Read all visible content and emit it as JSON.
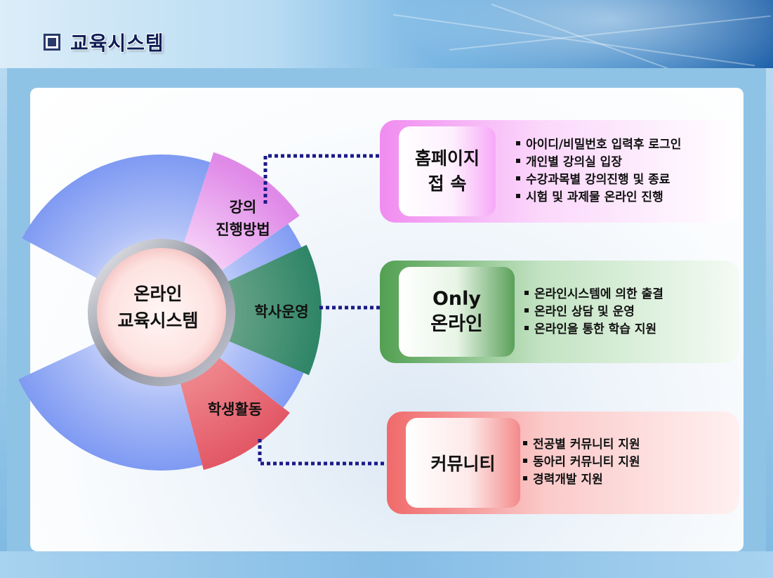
{
  "header": {
    "title": "교육시스템"
  },
  "hub": {
    "line1": "온라인",
    "line2": "교육시스템"
  },
  "segments": {
    "lecture": {
      "line1": "강의",
      "line2": "진행방법"
    },
    "academic": {
      "label": "학사운영"
    },
    "student": {
      "label": "학생활동"
    }
  },
  "boxes": {
    "homepage": {
      "line1": "홈페이지",
      "line2": "접 속",
      "bullets": [
        "아이디/비밀번호 입력후 로그인",
        "개인별 강의실 입장",
        "수강과목별 강의진행 및 종료",
        "시험 및 과제물 온라인 진행"
      ]
    },
    "online": {
      "line1": "Only",
      "line2": "온라인",
      "bullets": [
        "온라인시스템에 의한 출결",
        "온라인 상담 및 운영",
        "온라인을 통한 학습 지원"
      ]
    },
    "community": {
      "line1": "커뮤니티",
      "bullets": [
        "전공별 커뮤니티 지원",
        "동아리 커뮤니티 지원",
        "경력개발 지원"
      ]
    }
  },
  "colors": {
    "homepage": "#f08cf0",
    "online": "#5aa85a",
    "community": "#f07070",
    "lecture": "#e99af0",
    "academic": "#2f8a6a",
    "student": "#e85a66",
    "ring": "#7f9cf0",
    "arrow": "#1a1a8a"
  }
}
